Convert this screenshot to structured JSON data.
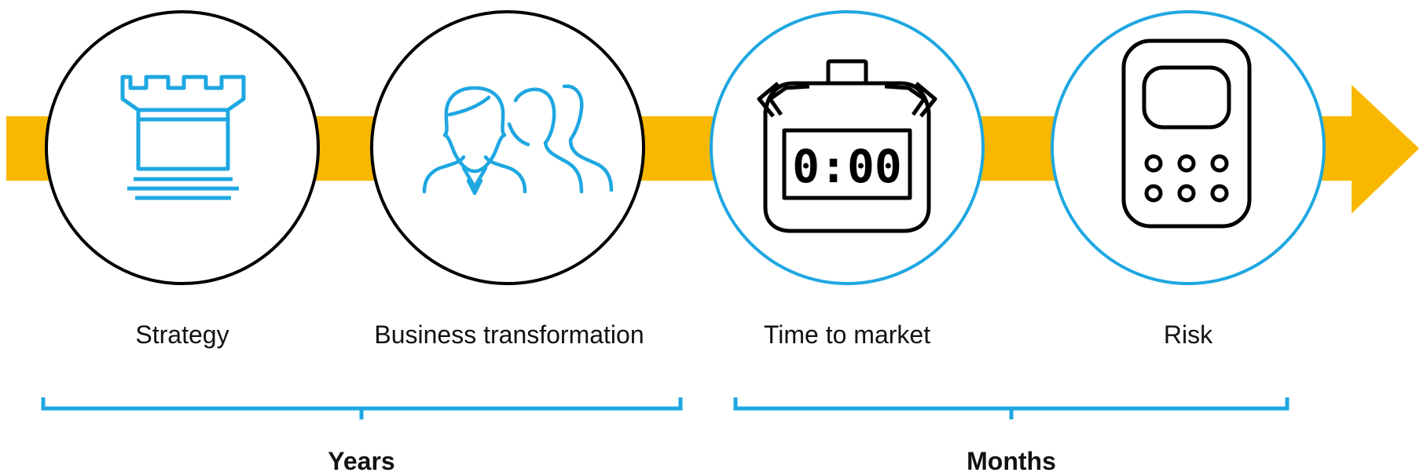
{
  "colors": {
    "arrow": "#F8B800",
    "accent_blue": "#1EA7E1",
    "black": "#000000",
    "white": "#FFFFFF"
  },
  "steps": [
    {
      "label": "Strategy",
      "icon": "castle-tower-icon",
      "ring_color": "#000000"
    },
    {
      "label": "Business transformation",
      "icon": "people-group-icon",
      "ring_color": "#000000"
    },
    {
      "label": "Time to market",
      "icon": "stopwatch-icon",
      "ring_color": "#1EA7E1"
    },
    {
      "label": "Risk",
      "icon": "calculator-device-icon",
      "ring_color": "#1EA7E1"
    }
  ],
  "stopwatch_display": "0:00",
  "groups": [
    {
      "label": "Years"
    },
    {
      "label": "Months"
    }
  ]
}
